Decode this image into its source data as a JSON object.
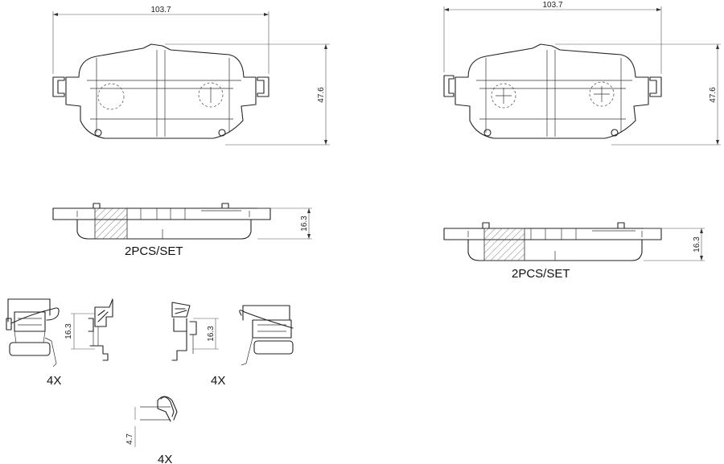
{
  "dimensions": {
    "width": "103.7",
    "height": "47.6",
    "thickness": "16.3",
    "clip_height": "4.7"
  },
  "labels": {
    "set_left": "2PCS/SET",
    "set_right": "2PCS/SET",
    "qty_clip_left": "4X",
    "qty_clip_right": "4X",
    "qty_spring": "4X"
  }
}
